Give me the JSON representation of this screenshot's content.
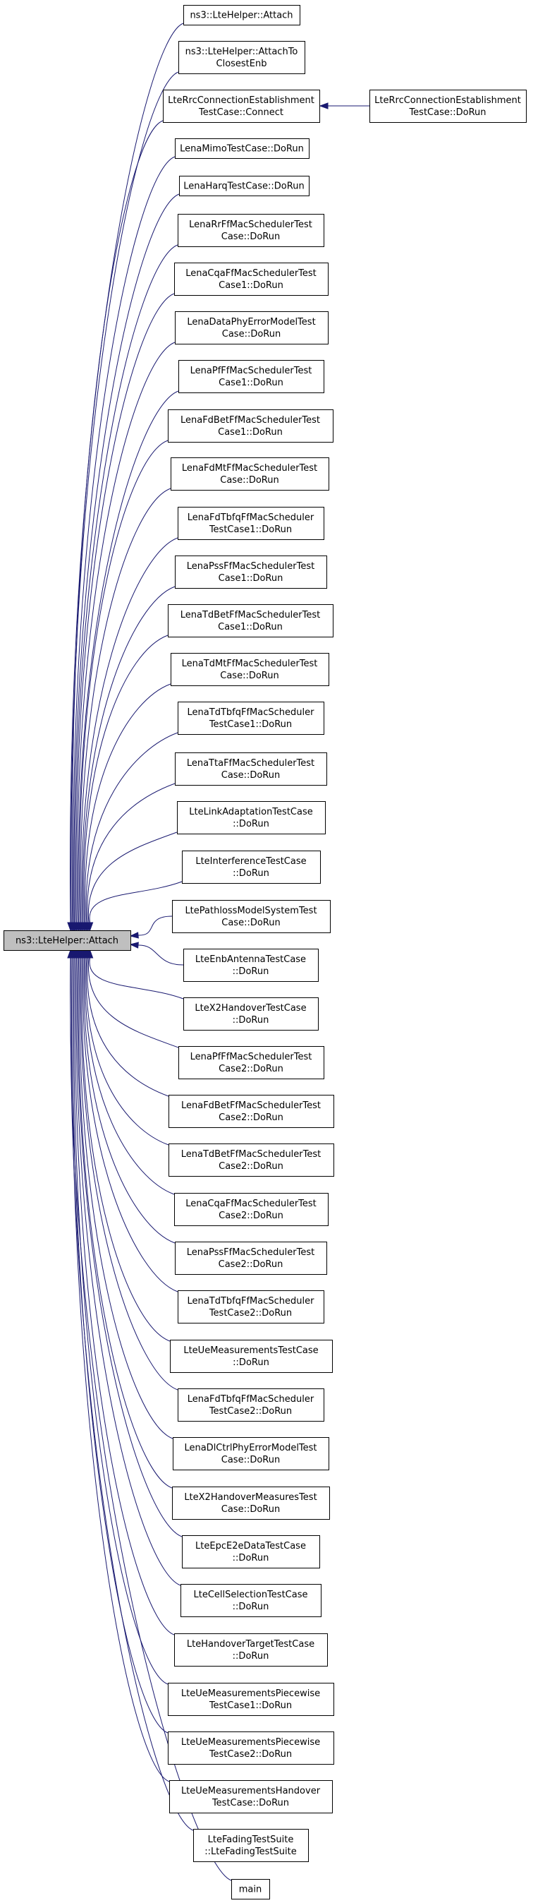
{
  "title": "ns3::LteHelper::Attach caller graph",
  "colors": {
    "edge": "#191970",
    "focus_node_fill": "#bfbfbf",
    "node_fill": "#ffffff",
    "node_border": "#000000"
  },
  "focus_node": {
    "id": "focus",
    "lines": [
      "ns3::LteHelper::Attach"
    ]
  },
  "callers": [
    {
      "id": "c0",
      "lines": [
        "ns3::LteHelper::Attach"
      ]
    },
    {
      "id": "c1",
      "lines": [
        "ns3::LteHelper::AttachTo",
        "ClosestEnb"
      ]
    },
    {
      "id": "c2",
      "lines": [
        "LteRrcConnectionEstablishment",
        "TestCase::Connect"
      ]
    },
    {
      "id": "c3",
      "lines": [
        "LenaMimoTestCase::DoRun"
      ]
    },
    {
      "id": "c4",
      "lines": [
        "LenaHarqTestCase::DoRun"
      ]
    },
    {
      "id": "c5",
      "lines": [
        "LenaRrFfMacSchedulerTest",
        "Case::DoRun"
      ]
    },
    {
      "id": "c6",
      "lines": [
        "LenaCqaFfMacSchedulerTest",
        "Case1::DoRun"
      ]
    },
    {
      "id": "c7",
      "lines": [
        "LenaDataPhyErrorModelTest",
        "Case::DoRun"
      ]
    },
    {
      "id": "c8",
      "lines": [
        "LenaPfFfMacSchedulerTest",
        "Case1::DoRun"
      ]
    },
    {
      "id": "c9",
      "lines": [
        "LenaFdBetFfMacSchedulerTest",
        "Case1::DoRun"
      ]
    },
    {
      "id": "c10",
      "lines": [
        "LenaFdMtFfMacSchedulerTest",
        "Case::DoRun"
      ]
    },
    {
      "id": "c11",
      "lines": [
        "LenaFdTbfqFfMacScheduler",
        "TestCase1::DoRun"
      ]
    },
    {
      "id": "c12",
      "lines": [
        "LenaPssFfMacSchedulerTest",
        "Case1::DoRun"
      ]
    },
    {
      "id": "c13",
      "lines": [
        "LenaTdBetFfMacSchedulerTest",
        "Case1::DoRun"
      ]
    },
    {
      "id": "c14",
      "lines": [
        "LenaTdMtFfMacSchedulerTest",
        "Case::DoRun"
      ]
    },
    {
      "id": "c15",
      "lines": [
        "LenaTdTbfqFfMacScheduler",
        "TestCase1::DoRun"
      ]
    },
    {
      "id": "c16",
      "lines": [
        "LenaTtaFfMacSchedulerTest",
        "Case::DoRun"
      ]
    },
    {
      "id": "c17",
      "lines": [
        "LteLinkAdaptationTestCase",
        "::DoRun"
      ]
    },
    {
      "id": "c18",
      "lines": [
        "LteInterferenceTestCase",
        "::DoRun"
      ]
    },
    {
      "id": "c19",
      "lines": [
        "LtePathlossModelSystemTest",
        "Case::DoRun"
      ]
    },
    {
      "id": "c20",
      "lines": [
        "LteEnbAntennaTestCase",
        "::DoRun"
      ]
    },
    {
      "id": "c21",
      "lines": [
        "LteX2HandoverTestCase",
        "::DoRun"
      ]
    },
    {
      "id": "c22",
      "lines": [
        "LenaPfFfMacSchedulerTest",
        "Case2::DoRun"
      ]
    },
    {
      "id": "c23",
      "lines": [
        "LenaFdBetFfMacSchedulerTest",
        "Case2::DoRun"
      ]
    },
    {
      "id": "c24",
      "lines": [
        "LenaTdBetFfMacSchedulerTest",
        "Case2::DoRun"
      ]
    },
    {
      "id": "c25",
      "lines": [
        "LenaCqaFfMacSchedulerTest",
        "Case2::DoRun"
      ]
    },
    {
      "id": "c26",
      "lines": [
        "LenaPssFfMacSchedulerTest",
        "Case2::DoRun"
      ]
    },
    {
      "id": "c27",
      "lines": [
        "LenaTdTbfqFfMacScheduler",
        "TestCase2::DoRun"
      ]
    },
    {
      "id": "c28",
      "lines": [
        "LteUeMeasurementsTestCase",
        "::DoRun"
      ]
    },
    {
      "id": "c29",
      "lines": [
        "LenaFdTbfqFfMacScheduler",
        "TestCase2::DoRun"
      ]
    },
    {
      "id": "c30",
      "lines": [
        "LenaDlCtrlPhyErrorModelTest",
        "Case::DoRun"
      ]
    },
    {
      "id": "c31",
      "lines": [
        "LteX2HandoverMeasuresTest",
        "Case::DoRun"
      ]
    },
    {
      "id": "c32",
      "lines": [
        "LteEpcE2eDataTestCase",
        "::DoRun"
      ]
    },
    {
      "id": "c33",
      "lines": [
        "LteCellSelectionTestCase",
        "::DoRun"
      ]
    },
    {
      "id": "c34",
      "lines": [
        "LteHandoverTargetTestCase",
        "::DoRun"
      ]
    },
    {
      "id": "c35",
      "lines": [
        "LteUeMeasurementsPiecewise",
        "TestCase1::DoRun"
      ]
    },
    {
      "id": "c36",
      "lines": [
        "LteUeMeasurementsPiecewise",
        "TestCase2::DoRun"
      ]
    },
    {
      "id": "c37",
      "lines": [
        "LteUeMeasurementsHandover",
        "TestCase::DoRun"
      ]
    },
    {
      "id": "c38",
      "lines": [
        "LteFadingTestSuite",
        "::LteFadingTestSuite"
      ]
    },
    {
      "id": "c39",
      "lines": [
        "main"
      ]
    }
  ],
  "second_level": [
    {
      "id": "s0",
      "caller_of": "c2",
      "lines": [
        "LteRrcConnectionEstablishment",
        "TestCase::DoRun"
      ]
    }
  ]
}
